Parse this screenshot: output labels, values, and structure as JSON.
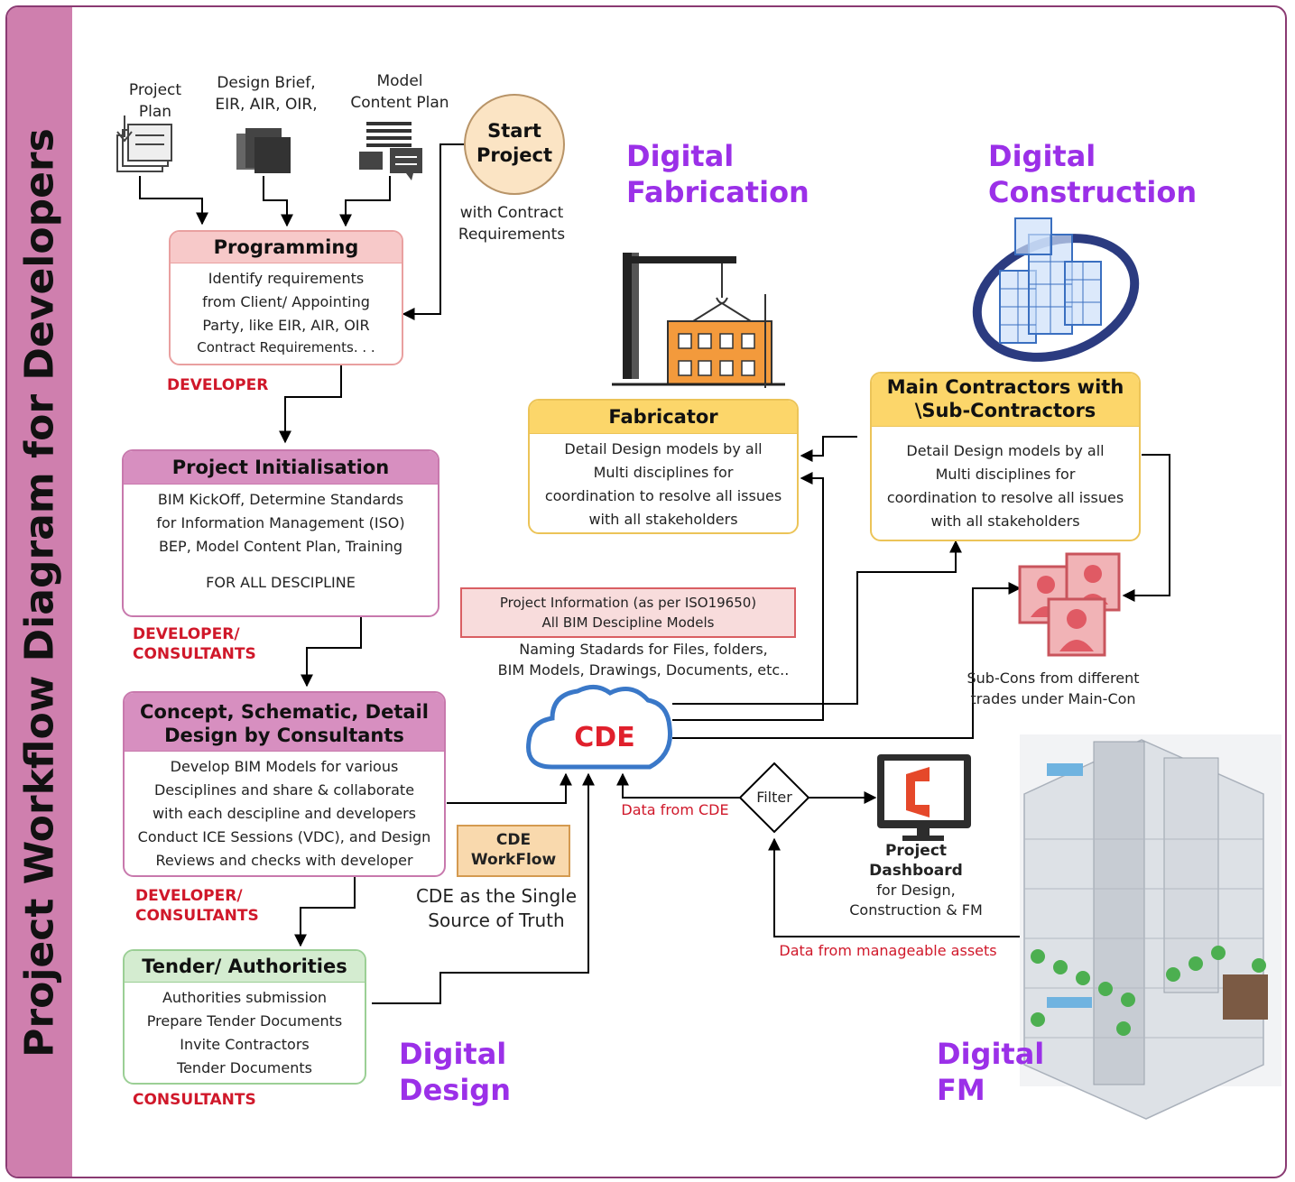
{
  "page_title": "Project Workflow Diagram for Developers",
  "inputs": {
    "project_plan": "Project\nPlan",
    "design_brief": "Design Brief,\nEIR, AIR, OIR,",
    "model_content_plan": "Model\nContent Plan"
  },
  "start": {
    "label": "Start\nProject",
    "caption": "with Contract\nRequirements"
  },
  "programming": {
    "title": "Programming",
    "body": "Identify requirements\nfrom Client/ Appointing\nParty, like EIR, AIR, OIR",
    "highlight": "Contract Requirements. . .",
    "role": "DEVELOPER"
  },
  "initialisation": {
    "title": "Project Initialisation",
    "body": "BIM KickOff, Determine Standards\nfor Information Management (ISO)\nBEP, Model Content Plan, Training",
    "highlight": "FOR ALL DESCIPLINE",
    "role": "DEVELOPER/\nCONSULTANTS"
  },
  "concept": {
    "title": "Concept, Schematic, Detail\nDesign by Consultants",
    "body": "Develop BIM Models for various\nDesciplines and share & collaborate\nwith each descipline and developers",
    "highlight": "Conduct ICE Sessions (VDC), and Design\nReviews and checks with developer",
    "role": "DEVELOPER/\nCONSULTANTS"
  },
  "tender": {
    "title": "Tender/ Authorities",
    "body": "Authorities submission\nPrepare Tender Documents\nInvite Contractors",
    "highlight": "Tender Documents",
    "role": "CONSULTANTS"
  },
  "sections": {
    "fabrication": "Digital\nFabrication",
    "construction": "Digital\nConstruction",
    "design": "Digital\nDesign",
    "fm": "Digital\nFM"
  },
  "fabricator": {
    "title": "Fabricator",
    "body": "Detail Design models by all\nMulti disciplines for",
    "highlight": "coordination to resolve all issues\nwith all stakeholders"
  },
  "main_contractors": {
    "title": "Main Contractors with\n\\Sub-Contractors",
    "body": "Detail Design models by all\nMulti disciplines for",
    "highlight": "coordination to resolve all issues\nwith all stakeholders"
  },
  "subcons_caption": "Sub-Cons from different\ntrades under Main-Con",
  "project_info": "Project Information (as per ISO19650)\nAll BIM Descipline Models",
  "naming": "Naming Stadards for Files, folders,\nBIM Models, Drawings, Documents, etc..",
  "cde": {
    "label": "CDE",
    "workflow": "CDE\nWorkFlow",
    "caption": "CDE as the Single\nSource of Truth",
    "data_from": "Data from CDE"
  },
  "filter": "Filter",
  "dashboard": {
    "title": "Project\nDashboard",
    "caption": "for Design,\nConstruction & FM"
  },
  "assets_label": "Data from manageable assets",
  "colors": {
    "sidebar": "#cf7fae",
    "section_purple": "#9b30e8",
    "role_red": "#d0182a",
    "programming_header": "#f7c9c9",
    "initialisation_header": "#d78fc0",
    "concept_header": "#d78fc0",
    "tender_header": "#d4ecd0",
    "fabricator_header": "#fcd66a",
    "cde_blue": "#3a78c8",
    "office_red": "#e5482a"
  }
}
